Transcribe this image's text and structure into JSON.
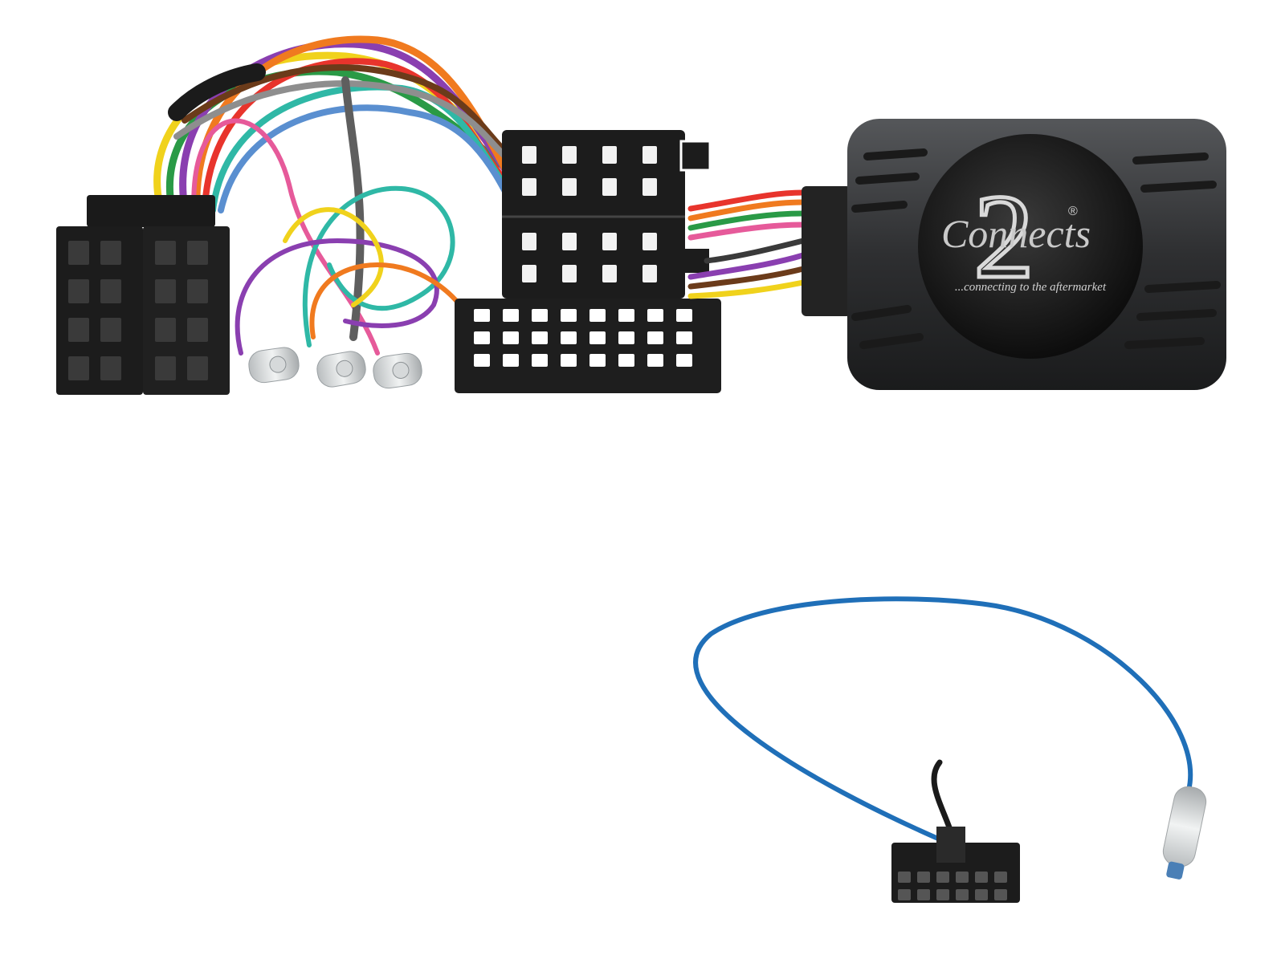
{
  "logo": {
    "mark": "2",
    "wordmark": "Connects",
    "registered": "®",
    "tagline": "...connecting to the aftermarket"
  },
  "colors": {
    "background": "#ffffff",
    "plastic": "#1c1c1c",
    "module_body": "#2e2f31",
    "patch_cable": "#1f6fb8"
  },
  "wire_colors": [
    "#f0d21c",
    "#2a9a46",
    "#8a3fb0",
    "#f07a1f",
    "#e8342c",
    "#e65a9a",
    "#2fb8a6",
    "#9a9a9a",
    "#5a8fd0",
    "#6b3b1a"
  ]
}
